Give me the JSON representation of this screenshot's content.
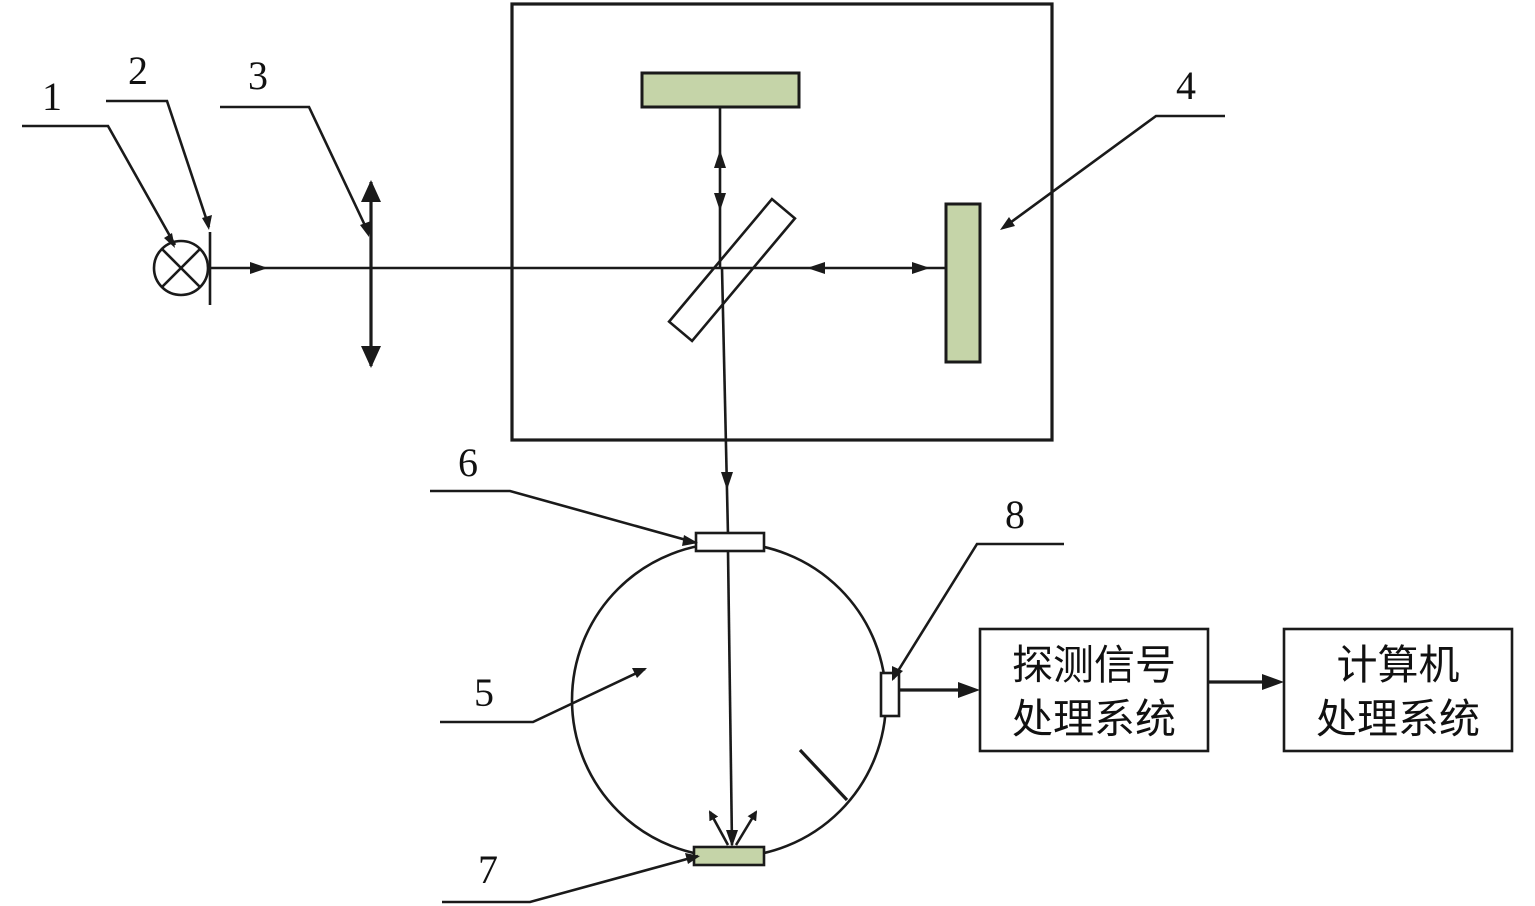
{
  "labels": {
    "l1": "1",
    "l2": "2",
    "l3": "3",
    "l4": "4",
    "l5": "5",
    "l6": "6",
    "l7": "7",
    "l8": "8"
  },
  "boxes": {
    "signal": {
      "line1": "探测信号",
      "line2": "处理系统"
    },
    "computer": {
      "line1": "计算机",
      "line2": "处理系统"
    }
  },
  "colors": {
    "mirror_fill": "#c5d4a8",
    "line": "#1a1a1a"
  }
}
